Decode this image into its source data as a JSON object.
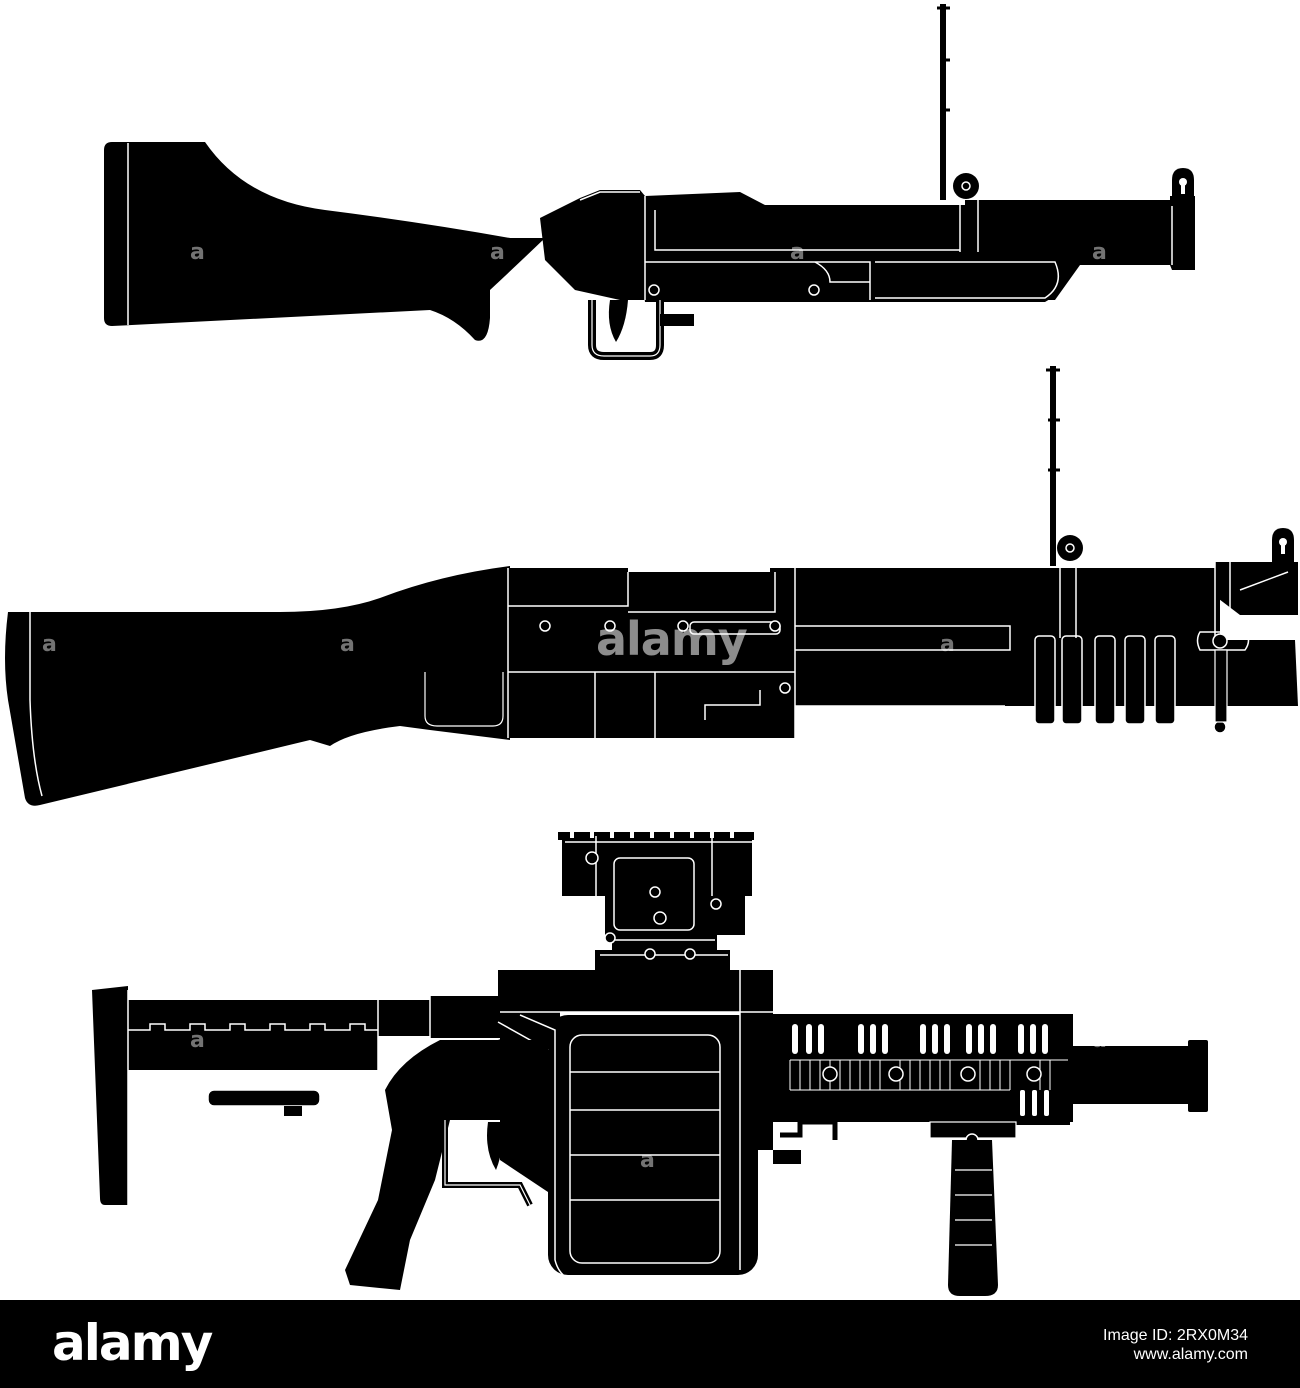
{
  "watermark": {
    "center_text": "alamy",
    "small_mark": "a"
  },
  "footer": {
    "logo_text": "alamy",
    "image_id_line": "Image ID: 2RX0M34",
    "site_line": "www.alamy.com"
  },
  "colors": {
    "silhouette": "#000000",
    "outline": "#ffffff",
    "background": "#ffffff",
    "footer_bg": "#000000"
  }
}
